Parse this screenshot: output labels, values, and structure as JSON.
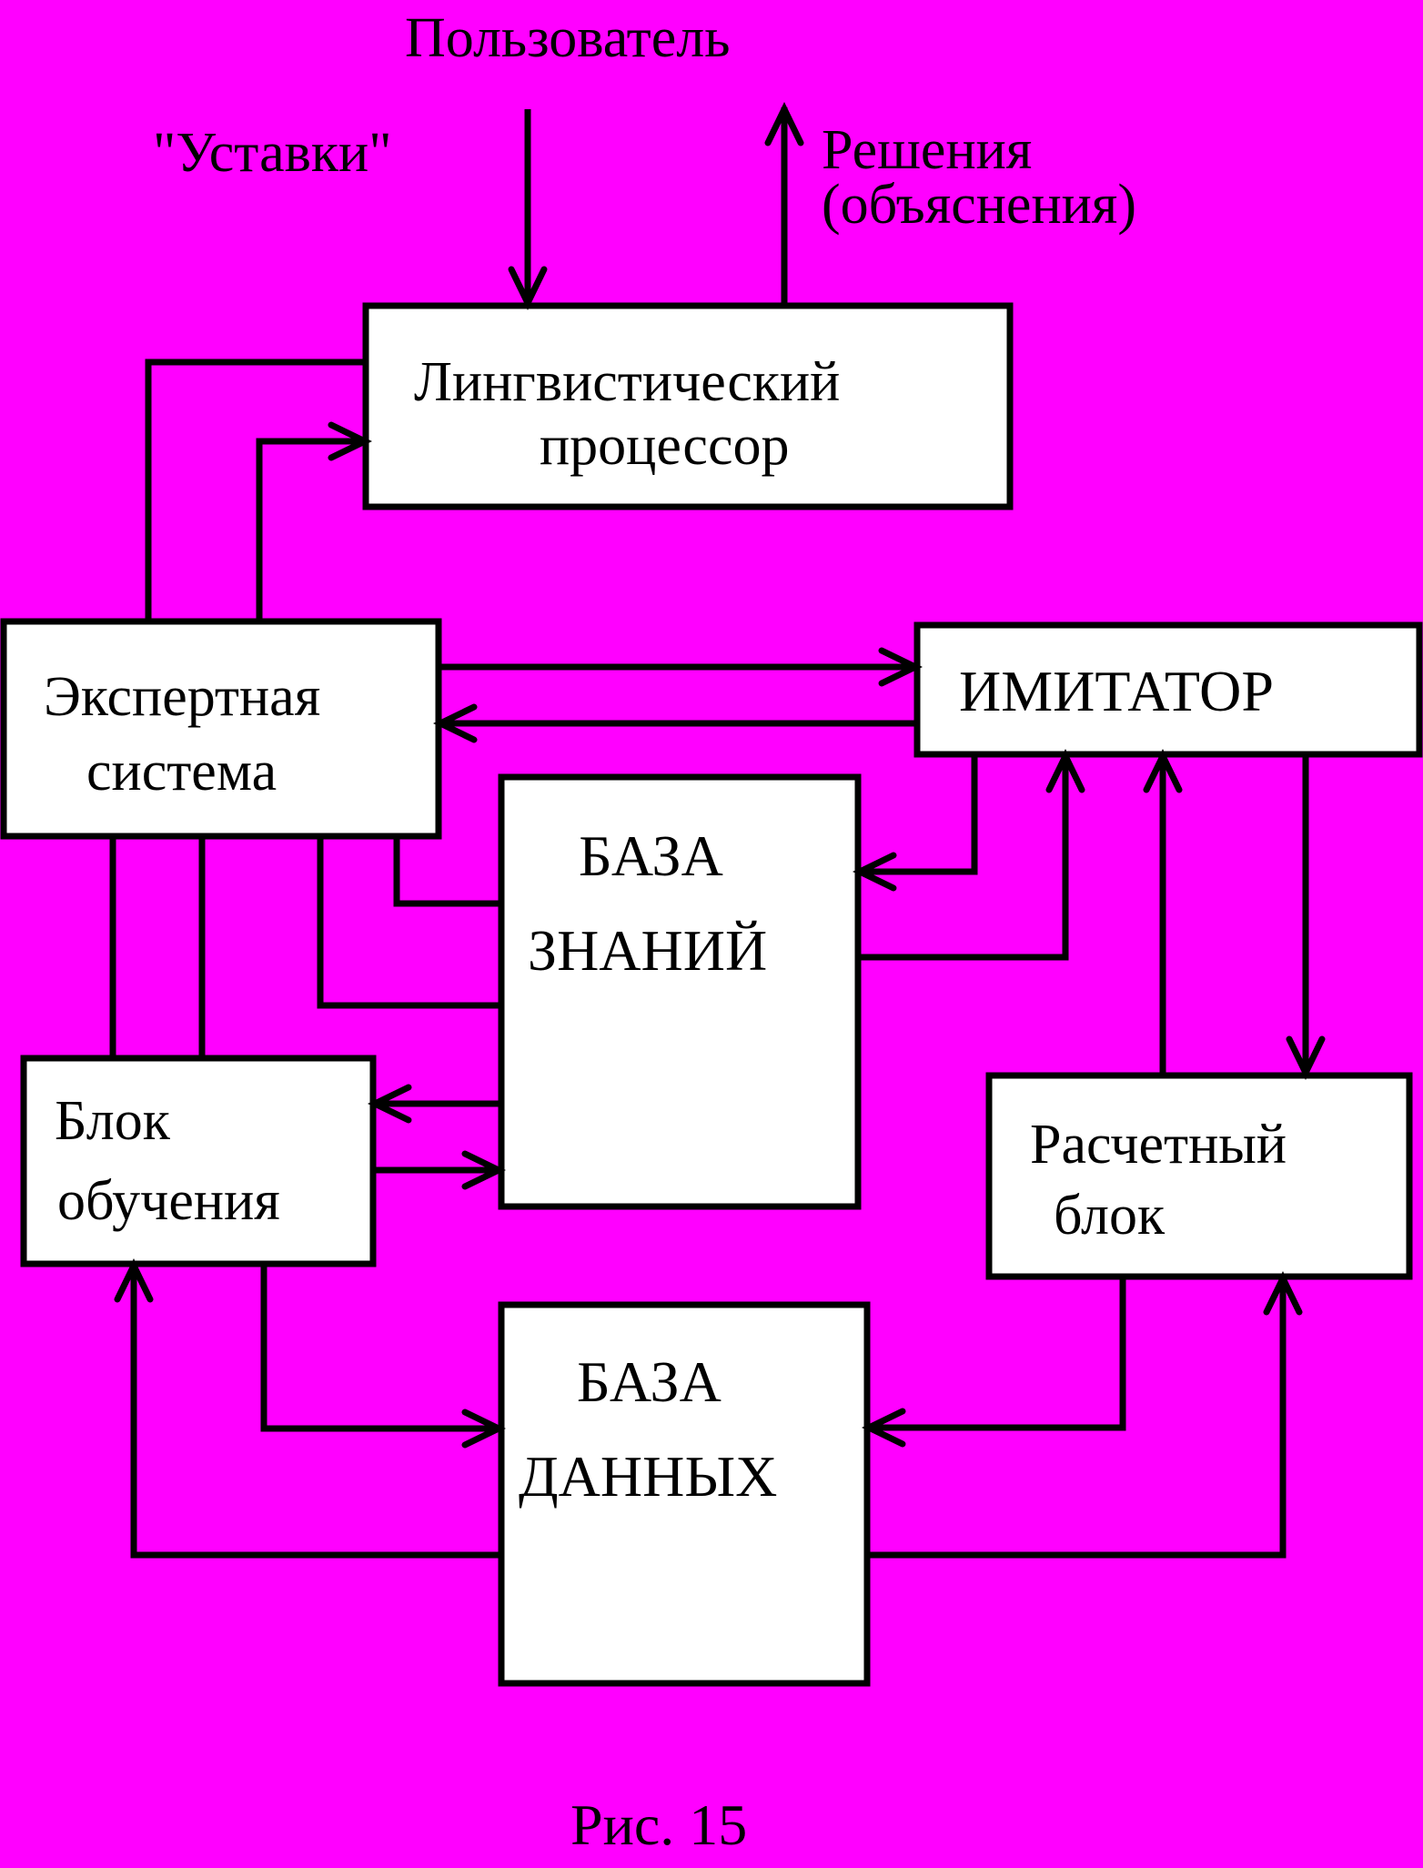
{
  "labels": {
    "user": "Пользователь",
    "setpoints": "\"Уставки\"",
    "decisions_1": "Решения",
    "decisions_2": "(объяснения)",
    "figure": "Рис. 15"
  },
  "blocks": {
    "linguistic_processor": [
      "Лингвистический",
      "процессор"
    ],
    "expert_system": [
      "Экспертная",
      "система"
    ],
    "imitator": [
      "ИМИТАТОР"
    ],
    "knowledge_base": [
      "БАЗА",
      "ЗНАНИЙ"
    ],
    "learning_block": [
      "Блок",
      "обучения"
    ],
    "calculation_block": [
      "Расчетный",
      "блок"
    ],
    "database": [
      "БАЗА",
      "ДАННЫХ"
    ]
  },
  "colors": {
    "background": "#ff00ff",
    "box_fill": "#ffffff",
    "line": "#000000"
  }
}
